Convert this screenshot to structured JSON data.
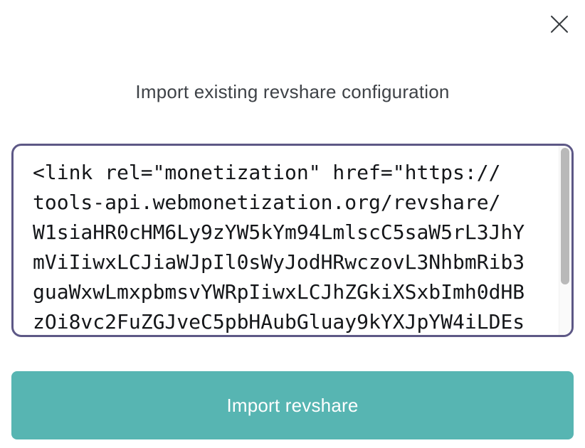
{
  "dialog": {
    "title": "Import existing revshare configuration",
    "textarea": {
      "value": "<link rel=\"monetization\" href=\"https://\ntools-api.webmonetization.org/revshare/\nW1siaHR0cHM6Ly9zYW5kYm94LmlscC5saW5rL3JhY\nmViIiwxLCJiaWJpIl0sWyJodHRwczovL3NhbmRib3\nguaWxwLmxpbmsvYWRpIiwxLCJhZGkiXSxbImh0dHB\nzOi8vc2FuZGJveC5pbHAubGluay9kYXJpYW4iLDEs"
    },
    "import_button_label": "Import revshare",
    "icons": {
      "close": "close-icon"
    },
    "colors": {
      "accent_teal": "#57b5b2",
      "textarea_border": "#5d5886",
      "title_text": "#3e4247",
      "code_text": "#141619",
      "scrollbar_thumb": "#b9b9b9",
      "scrollbar_track": "#fafafa",
      "button_text": "#ffffff",
      "background": "#ffffff"
    }
  }
}
